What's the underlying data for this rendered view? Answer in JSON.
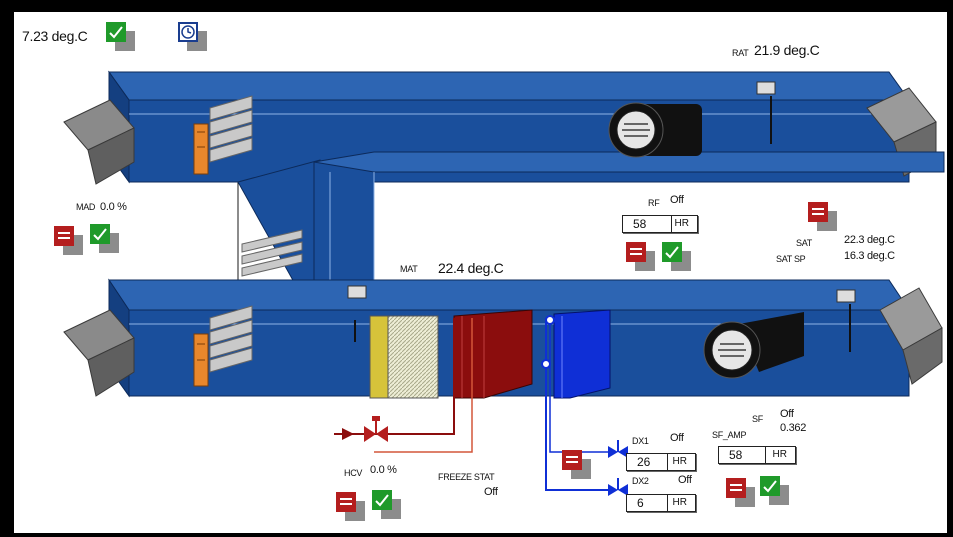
{
  "outside_temp": "7.23 deg.C",
  "rat": {
    "label": "RAT",
    "value": "21.9 deg.C"
  },
  "mad": {
    "label": "MAD",
    "value": "0.0 %"
  },
  "mat": {
    "label": "MAT",
    "value": "22.4 deg.C"
  },
  "rf": {
    "label": "RF",
    "status": "Off",
    "hr_value": "58",
    "hr_unit": "HR"
  },
  "sat": {
    "label": "SAT",
    "value": "22.3 deg.C"
  },
  "sat_sp": {
    "label": "SAT SP",
    "value": "16.3 deg.C"
  },
  "hcv": {
    "label": "HCV",
    "value": "0.0 %"
  },
  "freeze_stat": {
    "label": "FREEZE  STAT",
    "value": "Off"
  },
  "dx1": {
    "label": "DX1",
    "status": "Off",
    "hr_value": "26",
    "hr_unit": "HR"
  },
  "dx2": {
    "label": "DX2",
    "status": "Off",
    "hr_value": "6",
    "hr_unit": "HR"
  },
  "sf": {
    "label": "SF",
    "status": "Off",
    "amp_label": "SF_AMP",
    "amp_value": "0.362",
    "hr_value": "58",
    "hr_unit": "HR"
  },
  "colors": {
    "duct_blue": "#1a4f9c",
    "duct_dark": "#143f80",
    "alarm_red": "#b41e1e",
    "ok_green": "#1f9a2a",
    "coil_red": "#8b0d0d",
    "coil_blue": "#0f2fd6"
  }
}
